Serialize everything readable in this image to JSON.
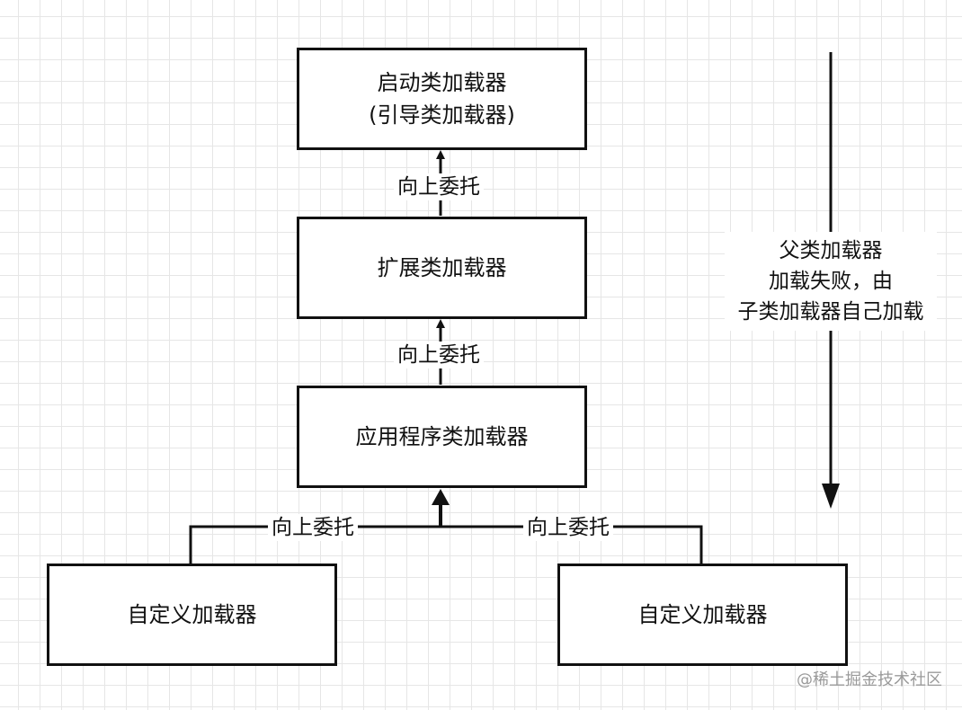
{
  "boxes": {
    "bootstrap": {
      "line1": "启动类加载器",
      "line2": "(引导类加载器)"
    },
    "extension": {
      "label": "扩展类加载器"
    },
    "application": {
      "label": "应用程序类加载器"
    },
    "custom_left": {
      "label": "自定义加载器"
    },
    "custom_right": {
      "label": "自定义加载器"
    }
  },
  "edges": {
    "ext_to_boot": "向上委托",
    "app_to_ext": "向上委托",
    "left_to_app": "向上委托",
    "right_to_app": "向上委托"
  },
  "side_note": {
    "lines": [
      "父类加载器",
      "加载失败，由",
      "子类加载器自己加载"
    ]
  },
  "watermark": "@稀土掘金技术社区"
}
